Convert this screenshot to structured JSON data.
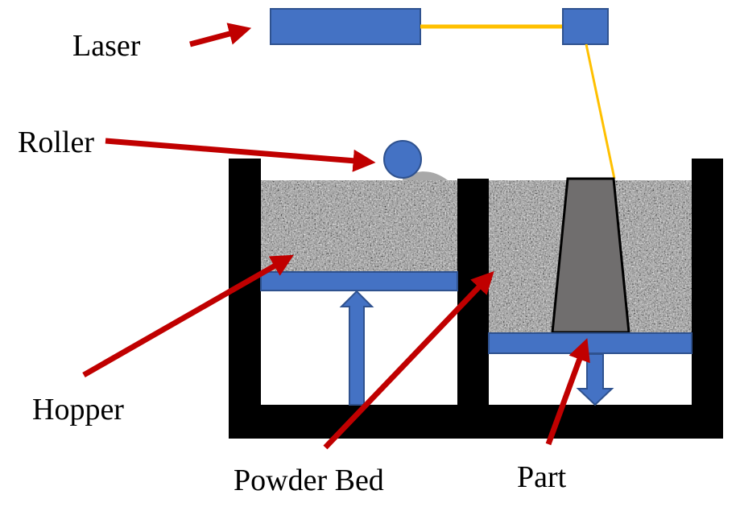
{
  "labels": {
    "laser": "Laser",
    "roller": "Roller",
    "hopper": "Hopper",
    "powder_bed": "Powder Bed",
    "part": "Part"
  },
  "colors": {
    "laser_unit": "#4472c4",
    "beam": "#ffc000",
    "arrow": "#c00000",
    "walls": "#000000",
    "part": "#706e6e",
    "piston_arrow": "#4472c4",
    "powder_base": "#9a9a9a"
  },
  "icons": {
    "pointer": "red-pointer-arrow",
    "piston_up": "up-arrow",
    "piston_down": "down-arrow"
  }
}
